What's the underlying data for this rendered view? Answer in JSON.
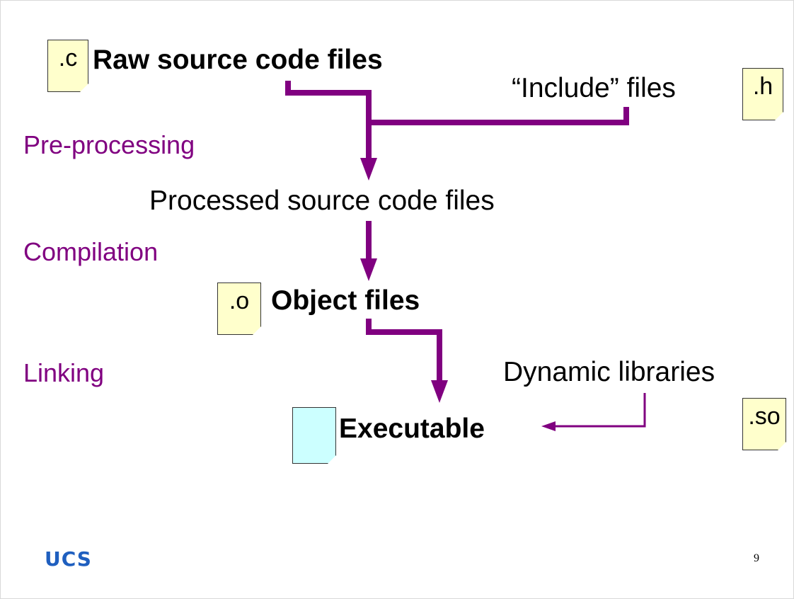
{
  "slide": {
    "raw_source": {
      "badge": ".c",
      "label": "Raw source code files"
    },
    "include": {
      "label": "“Include” files",
      "badge": ".h"
    },
    "processed": {
      "label": "Processed source code files"
    },
    "object": {
      "badge": ".o",
      "label": "Object files"
    },
    "dynamic": {
      "label": "Dynamic libraries",
      "badge": ".so"
    },
    "executable": {
      "label": "Executable"
    },
    "stages": [
      "Pre-processing",
      "Compilation",
      "Linking"
    ],
    "logo": "UCS",
    "page_number": "9"
  },
  "colors": {
    "stage_text": "#800080",
    "arrow": "#800080",
    "file_fill": "#ffffcc",
    "executable_fill": "#ccffff",
    "logo": "#1f5fbf"
  },
  "icons": [
    "file-icon",
    "folded-corner-file-icon",
    "arrow-icon"
  ]
}
